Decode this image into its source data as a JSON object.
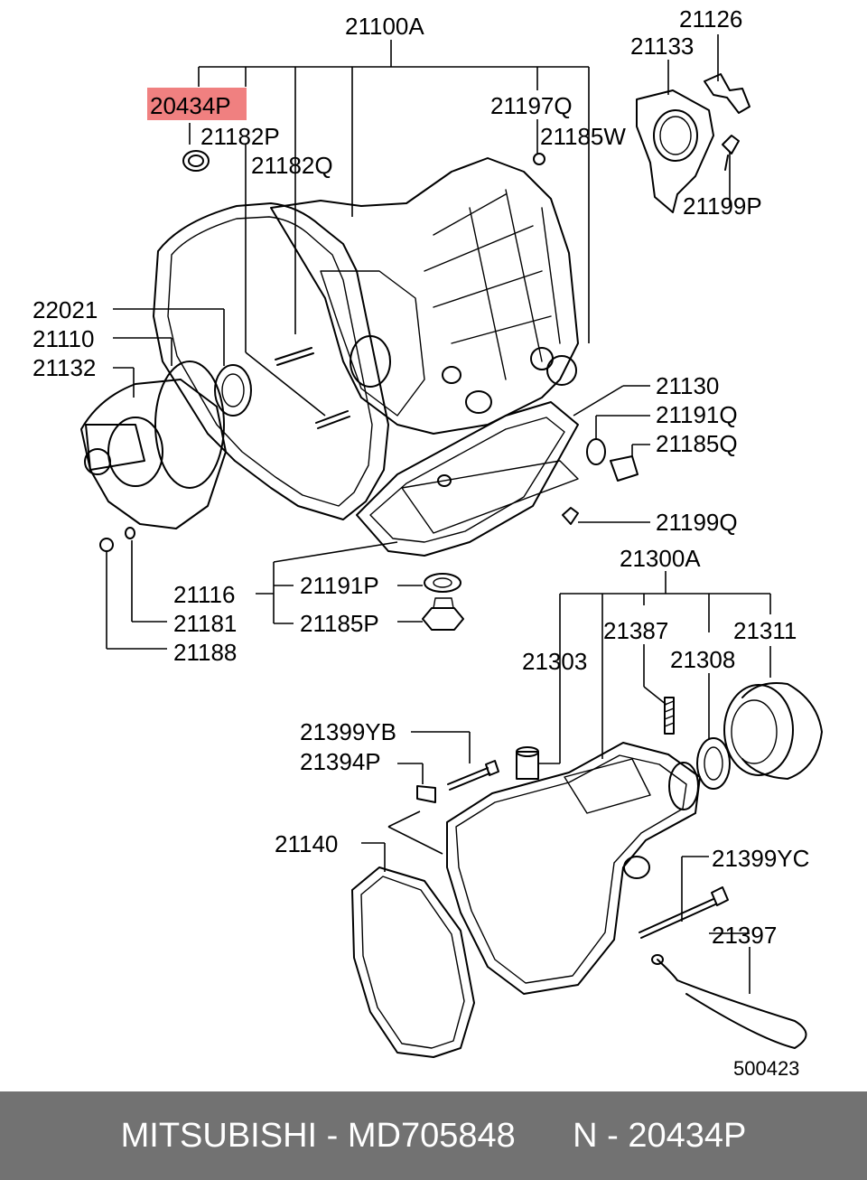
{
  "highlight_color": "#f08080",
  "footer_bg": "#727272",
  "diagram_id": "500423",
  "callouts": {
    "c21100A": "21100A",
    "c20434P": "20434P",
    "c21182P": "21182P",
    "c21182Q": "21182Q",
    "c21197Q": "21197Q",
    "c21185W": "21185W",
    "c21126": "21126",
    "c21133": "21133",
    "c21199P": "21199P",
    "c22021": "22021",
    "c21110": "21110",
    "c21132": "21132",
    "c21130": "21130",
    "c21191Q": "21191Q",
    "c21185Q": "21185Q",
    "c21199Q": "21199Q",
    "c21116": "21116",
    "c21191P": "21191P",
    "c21185P": "21185P",
    "c21181": "21181",
    "c21188": "21188",
    "c21300A": "21300A",
    "c21387": "21387",
    "c21311": "21311",
    "c21303": "21303",
    "c21308": "21308",
    "c21399YB": "21399YB",
    "c21394P": "21394P",
    "c21140": "21140",
    "c21399YC": "21399YC",
    "c21397": "21397"
  },
  "footer": {
    "brand": "MITSUBISHI",
    "part_number": "MD705848",
    "ref_label": "N",
    "ref_code": "20434P"
  }
}
